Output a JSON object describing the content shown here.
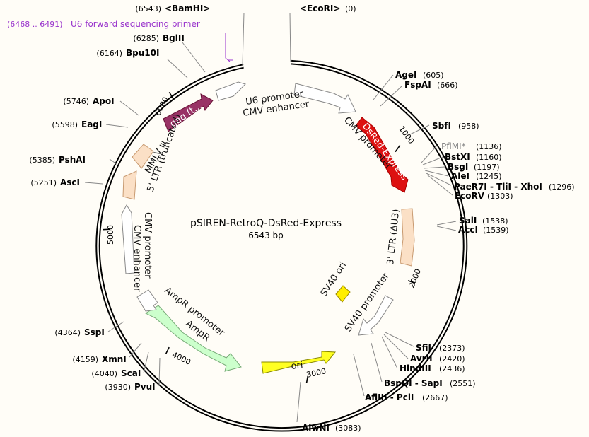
{
  "plasmid": {
    "name": "pSIREN-RetroQ-DsRed-Express",
    "size": "6543 bp"
  },
  "primer": {
    "range": "(6468 .. 6491)",
    "name": "U6 forward sequencing primer",
    "color": "#9933cc"
  },
  "colors": {
    "backbone": "#000000",
    "background": "#fffdf7",
    "muted_site": "#888888"
  },
  "sites": [
    {
      "pos": "(6543)",
      "name": "<BamHI>",
      "side": "left"
    },
    {
      "pos": "(6285)",
      "name": "BglII",
      "side": "left"
    },
    {
      "pos": "(6164)",
      "name": "Bpu10I",
      "side": "left"
    },
    {
      "pos": "(5746)",
      "name": "ApoI",
      "side": "left"
    },
    {
      "pos": "(5598)",
      "name": "EagI",
      "side": "left"
    },
    {
      "pos": "(5385)",
      "name": "PshAI",
      "side": "left"
    },
    {
      "pos": "(5251)",
      "name": "AscI",
      "side": "left"
    },
    {
      "pos": "(4364)",
      "name": "SspI",
      "side": "left"
    },
    {
      "pos": "(4159)",
      "name": "XmnI",
      "side": "left"
    },
    {
      "pos": "(4040)",
      "name": "ScaI",
      "side": "left"
    },
    {
      "pos": "(3930)",
      "name": "PvuI",
      "side": "left"
    },
    {
      "pos": "(0)",
      "name": "<EcoRI>",
      "side": "right"
    },
    {
      "pos": "(605)",
      "name": "AgeI",
      "side": "right"
    },
    {
      "pos": "(666)",
      "name": "FspAI",
      "side": "right"
    },
    {
      "pos": "(958)",
      "name": "SbfI",
      "side": "right"
    },
    {
      "pos": "(1136)",
      "name": "PflMI*",
      "side": "right",
      "muted": true
    },
    {
      "pos": "(1160)",
      "name": "BstXI",
      "side": "right"
    },
    {
      "pos": "(1197)",
      "name": "BsgI",
      "side": "right"
    },
    {
      "pos": "(1245)",
      "name": "AleI",
      "side": "right"
    },
    {
      "pos": "(1296)",
      "name": "PaeR7I - TliI - XhoI",
      "side": "right"
    },
    {
      "pos": "(1303)",
      "name": "EcoRV",
      "side": "right"
    },
    {
      "pos": "(1538)",
      "name": "SalI",
      "side": "right"
    },
    {
      "pos": "(1539)",
      "name": "AccI",
      "side": "right"
    },
    {
      "pos": "(2373)",
      "name": "SfiI",
      "side": "right"
    },
    {
      "pos": "(2420)",
      "name": "AvrII",
      "side": "right"
    },
    {
      "pos": "(2436)",
      "name": "HindIII",
      "side": "right"
    },
    {
      "pos": "(2551)",
      "name": "BspQI - SapI",
      "side": "right"
    },
    {
      "pos": "(2667)",
      "name": "AflIII - PciI",
      "side": "right"
    },
    {
      "pos": "(3083)",
      "name": "AlwNI",
      "side": "right"
    }
  ],
  "ticks": [
    "1000",
    "2000",
    "3000",
    "4000",
    "5000",
    "6000"
  ],
  "features": [
    {
      "name": "U6 promoter"
    },
    {
      "name": "CMV enhancer"
    },
    {
      "name": "CMV promoter"
    },
    {
      "name": "DsRed-Express"
    },
    {
      "name": "3' LTR (ΔU3)"
    },
    {
      "name": "SV40 ori"
    },
    {
      "name": "SV40 promoter"
    },
    {
      "name": "ori"
    },
    {
      "name": "AmpR promoter"
    },
    {
      "name": "AmpR"
    },
    {
      "name": "CMV promoter"
    },
    {
      "name": "CMV enhancer"
    },
    {
      "name": "5' LTR (truncated)"
    },
    {
      "name": "MMLV ψ"
    },
    {
      "name": "gag (t..."
    }
  ],
  "feature_colors": {
    "outline": "#ffffff",
    "dsred": "#dd1111",
    "ltr": "#fbe0c6",
    "sv40ori": "#ffee00",
    "ori": "#ffff22",
    "ampr": "#ccffcc",
    "gag": "#993366"
  }
}
